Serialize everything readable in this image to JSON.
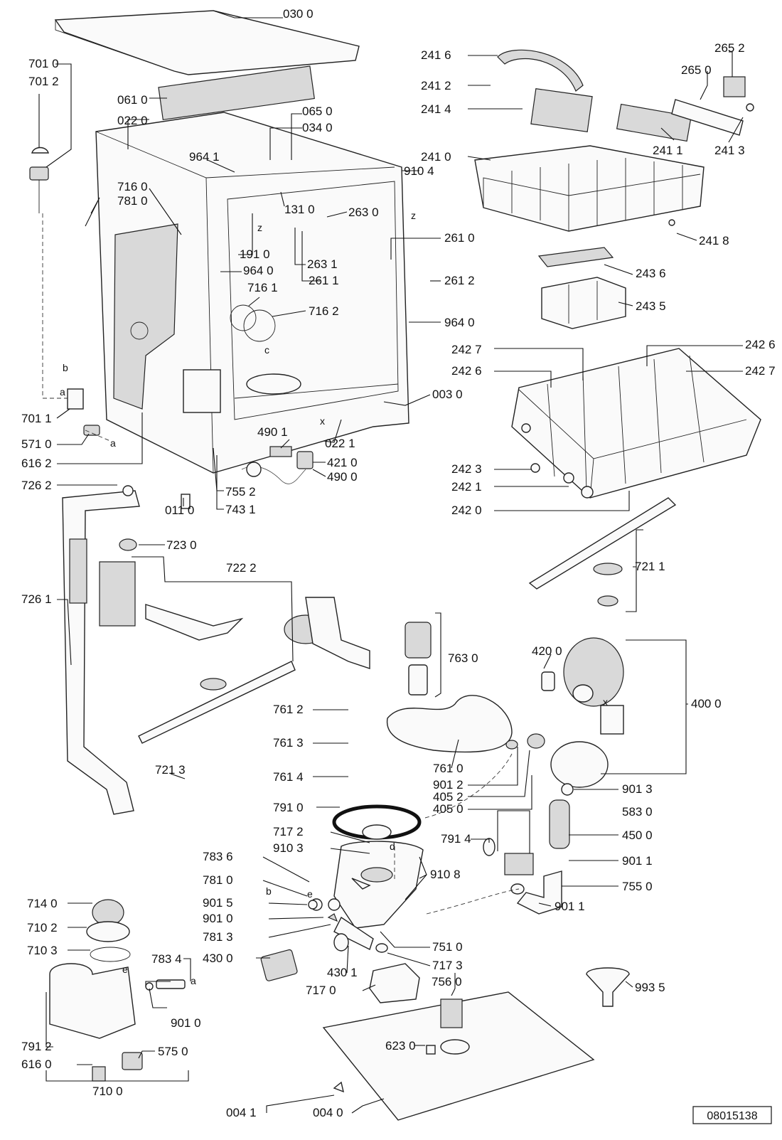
{
  "labels": [
    "030 0",
    "701 0",
    "701 2",
    "061 0",
    "022 0",
    "065 0",
    "034 0",
    "964 1",
    "910 4",
    "716 0",
    "781 0",
    "131 0",
    "263 0",
    "261 0",
    "191 0",
    "964 0",
    "263 1",
    "261 1",
    "261 2",
    "716 1",
    "716 2",
    "964 0",
    "701 1",
    "571 0",
    "616 2",
    "003 0",
    "490 1",
    "022 1",
    "421 0",
    "490 0",
    "726 2",
    "011 0",
    "755 2",
    "743 1",
    "723 0",
    "722 2",
    "726 1",
    "721 3",
    "761 2",
    "761 3",
    "761 4",
    "763 0",
    "761 0",
    "901 2",
    "405 2",
    "405 0",
    "420 0",
    "400 0",
    "791 0",
    "717 2",
    "910 3",
    "910 8",
    "783 6",
    "781 0",
    "901 5",
    "901 0",
    "781 3",
    "430 0",
    "430 1",
    "751 0",
    "717 3",
    "717 0",
    "791 4",
    "901 3",
    "583 0",
    "450 0",
    "901 1",
    "755 0",
    "901 1",
    "714 0",
    "710 2",
    "710 3",
    "783 4",
    "901 0",
    "791 2",
    "616 0",
    "575 0",
    "710 0",
    "756 0",
    "623 0",
    "993 5",
    "004 1",
    "004 0",
    "241 6",
    "241 2",
    "241 4",
    "265 2",
    "265 0",
    "241 1",
    "241 3",
    "241 0",
    "241 8",
    "243 6",
    "243 5",
    "242 7",
    "242 6",
    "242 6",
    "242 7",
    "242 3",
    "242 1",
    "242 0",
    "721 1"
  ],
  "letters": [
    "z",
    "z",
    "c",
    "b",
    "a",
    "a",
    "x",
    "x",
    "d",
    "b",
    "e",
    "e",
    "a"
  ],
  "document_number": "08015138"
}
